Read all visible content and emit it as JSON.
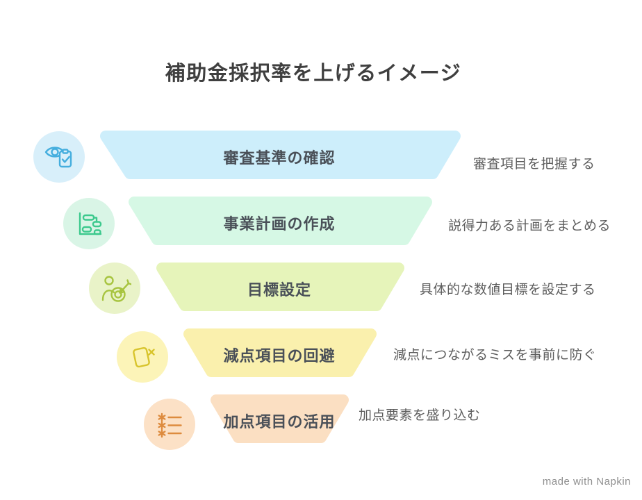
{
  "title": "補助金採択率を上げるイメージ",
  "funnel": {
    "rows": [
      {
        "label": "審査基準の確認",
        "note": "審査項目を把握する",
        "fill": "#cdeefb",
        "icon": "eye-clipboard-icon",
        "icon_bg": "#d8effa",
        "icon_stroke": "#45aede"
      },
      {
        "label": "事業計画の作成",
        "note": "説得力ある計画をまとめる",
        "fill": "#d6f8e5",
        "icon": "gantt-chart-icon",
        "icon_bg": "#d9f5e6",
        "icon_stroke": "#3cc98d"
      },
      {
        "label": "目標設定",
        "note": "具体的な数値目標を設定する",
        "fill": "#e6f4ba",
        "icon": "person-target-icon",
        "icon_bg": "#e9f3c8",
        "icon_stroke": "#a7c43f"
      },
      {
        "label": "減点項目の回避",
        "note": "減点につながるミスを事前に防ぐ",
        "fill": "#faf0ad",
        "icon": "document-x-icon",
        "icon_bg": "#fcf4b8",
        "icon_stroke": "#d8c42c"
      },
      {
        "label": "加点項目の活用",
        "note": "加点要素を盛り込む",
        "fill": "#fbdfc2",
        "icon": "asterisk-list-icon",
        "icon_bg": "#fce1c6",
        "icon_stroke": "#dd8b3e"
      }
    ]
  },
  "watermark": "made with Napkin",
  "colors": {
    "title_text": "#3f3f3f",
    "label_text": "#4a5058",
    "note_text": "#5d5d5d",
    "background": "#ffffff"
  }
}
